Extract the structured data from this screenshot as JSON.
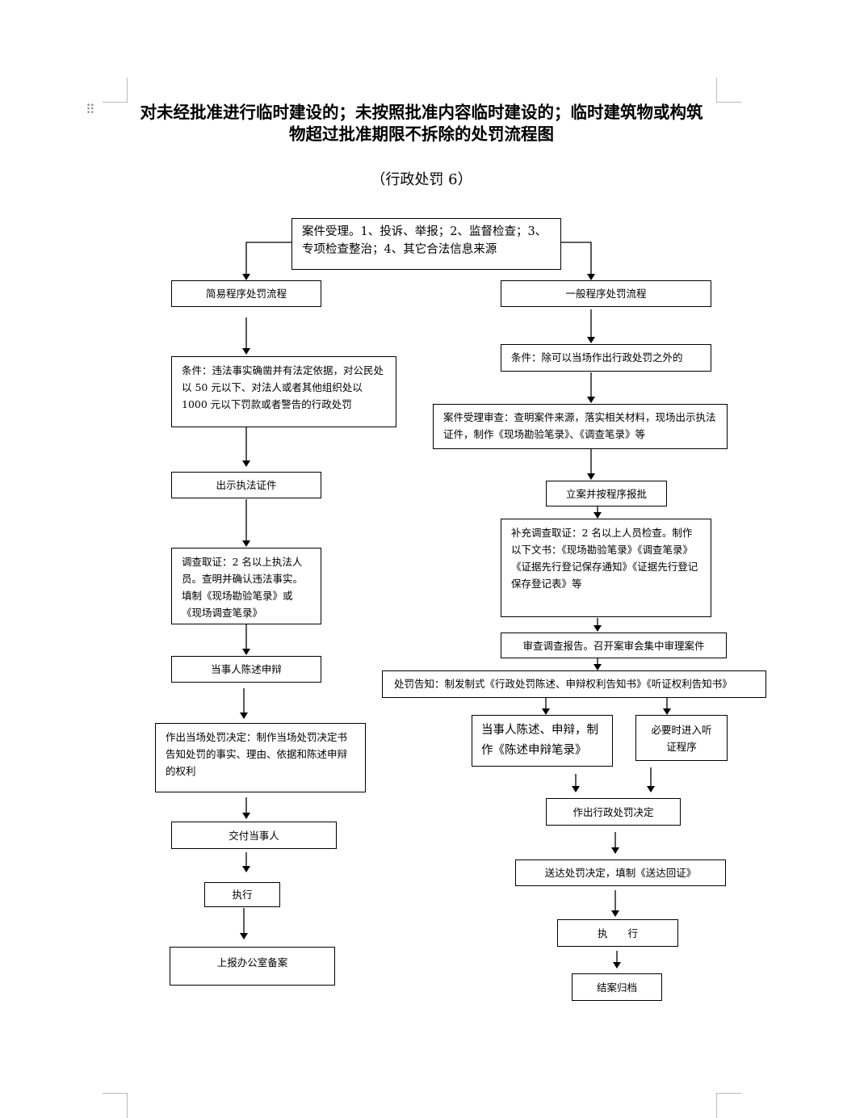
{
  "document": {
    "title_line1": "对未经批准进行临时建设的；未按照批准内容临时建设的；临时建筑物或构筑",
    "title_line2": "物超过批准期限不拆除的处罚流程图",
    "subtitle": "（行政处罚 6）"
  },
  "flow": {
    "top": "案件受理。1、投诉、举报；2、监督检查；3、专项检查整治；4、其它合法信息来源",
    "left": {
      "b1": "简易程序处罚流程",
      "b2": "条件：违法事实确凿并有法定依据，对公民处以 50 元以下、对法人或者其他组织处以 1000 元以下罚款或者警告的行政处罚",
      "b3": "出示执法证件",
      "b4": "调查取证：2 名以上执法人员。查明并确认违法事实。填制《现场勘验笔录》或《现场调查笔录》",
      "b5": "当事人陈述申辩",
      "b6": "作出当场处罚决定：制作当场处罚决定书告知处罚的事实、理由、依据和陈述申辩的权利",
      "b7": "交付当事人",
      "b8": "执行",
      "b9": "上报办公室备案"
    },
    "right": {
      "b1": "一般程序处罚流程",
      "b2": "条件：除可以当场作出行政处罚之外的",
      "b3": "案件受理审查：查明案件来源，落实相关材料，现场出示执法证件，制作《现场勘验笔录》、《调查笔录》等",
      "b4": "立案并按程序报批",
      "b5": "补充调查取证：2 名以上人员检查。制作以下文书：《现场勘验笔录》《调查笔录》《证据先行登记保存通知》《证据先行登记保存登记表》等",
      "b6": "审查调查报告。召开案审会集中审理案件",
      "b7": "处罚告知：制发制式《行政处罚陈述、申辩权利告知书》《听证权利告知书》",
      "b8a": "当事人陈述、申辩，制作《陈述申辩笔录》",
      "b8b": "必要时进入听证程序",
      "b9": "作出行政处罚决定",
      "b10": "送达处罚决定，填制《送达回证》",
      "b11": "执　　行",
      "b12": "结案归档"
    }
  }
}
